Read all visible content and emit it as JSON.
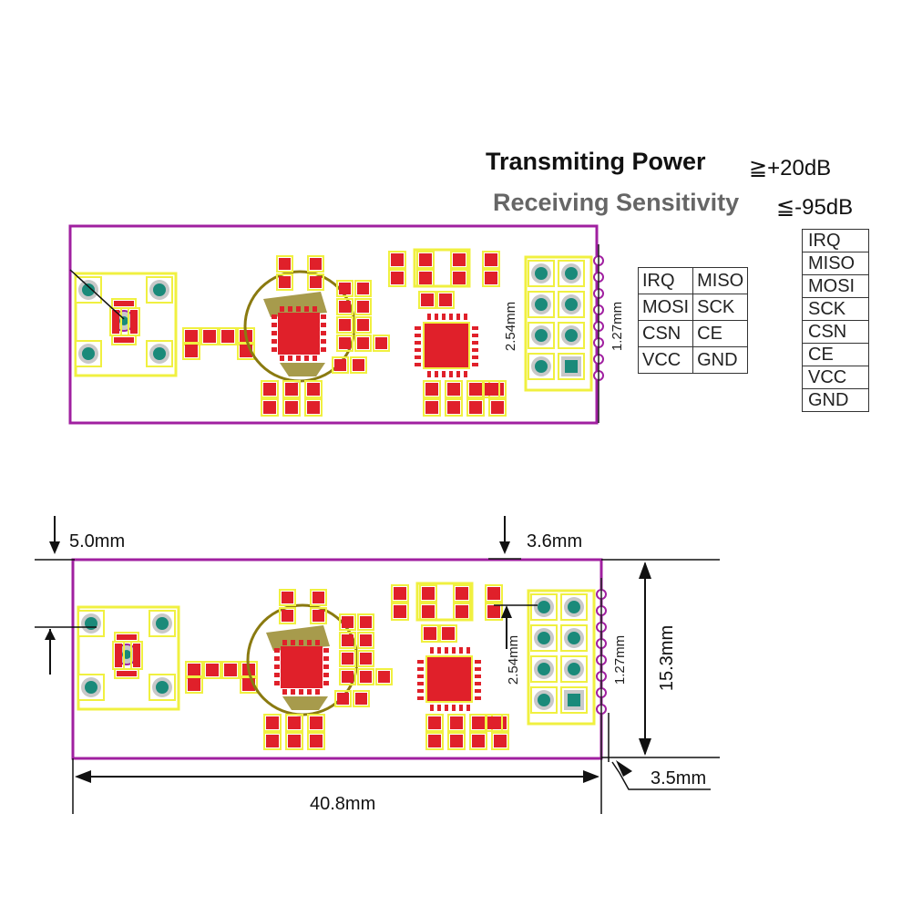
{
  "specs": {
    "tx_label": "Transmiting Power",
    "tx_value": "≧+20dB",
    "rx_label": "Receiving Sensitivity",
    "rx_value": "≦-95dB"
  },
  "pin_table_grid": [
    [
      "IRQ",
      "MISO"
    ],
    [
      "MOSI",
      "SCK"
    ],
    [
      "CSN",
      "CE"
    ],
    [
      "VCC",
      "GND"
    ]
  ],
  "pin_table_list": [
    "IRQ",
    "MISO",
    "MOSI",
    "SCK",
    "CSN",
    "CE",
    "VCC",
    "GND"
  ],
  "top_board": {
    "pitch_large": "2.54mm",
    "pitch_small": "1.27mm"
  },
  "bottom_board": {
    "pitch_large": "2.54mm",
    "pitch_small": "1.27mm",
    "dim_left_offset": "5.0mm",
    "dim_right_offset": "3.6mm",
    "dim_height": "15.3mm",
    "dim_length": "40.8mm",
    "dim_corner": "3.5mm"
  },
  "colors": {
    "board_outline": "#a020a0",
    "pad_fill": "#e0202a",
    "silk": "#f0f040",
    "antenna": "#8a7a10",
    "hole": "#1a8a7a",
    "hole_ring": "#c8c8c8"
  }
}
